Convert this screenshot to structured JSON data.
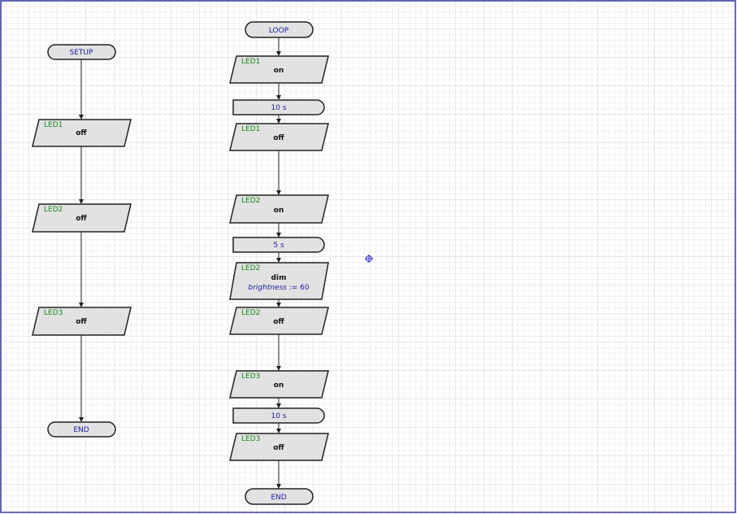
{
  "colors": {
    "frame": "#3a3aa8",
    "grid_minor": "#e6e6e6",
    "grid_major": "#cfcfcf",
    "shape_fill": "#e4e4e4",
    "stroke": "#222222",
    "device_text": "#1a8a1a",
    "terminal_text": "#1a1aa0",
    "action_text": "#111111",
    "crosshair": "#2b2bd0"
  },
  "setup": {
    "start": "SETUP",
    "steps": [
      {
        "device": "LED1",
        "action": "off"
      },
      {
        "device": "LED2",
        "action": "off"
      },
      {
        "device": "LED3",
        "action": "off"
      }
    ],
    "end": "END"
  },
  "loop": {
    "start": "LOOP",
    "steps": [
      {
        "device": "LED1",
        "action": "on"
      },
      {
        "delay": "10 s"
      },
      {
        "device": "LED1",
        "action": "off"
      },
      {
        "device": "LED2",
        "action": "on"
      },
      {
        "delay": "5 s"
      },
      {
        "device": "LED2",
        "action": "dim",
        "param_name": "brightness",
        "param_op": " := ",
        "param_value": "60"
      },
      {
        "device": "LED2",
        "action": "off"
      },
      {
        "device": "LED3",
        "action": "on"
      },
      {
        "delay": "10 s"
      },
      {
        "device": "LED3",
        "action": "off"
      }
    ],
    "end": "END"
  },
  "icons": {
    "crosshair": "crosshair-icon"
  }
}
